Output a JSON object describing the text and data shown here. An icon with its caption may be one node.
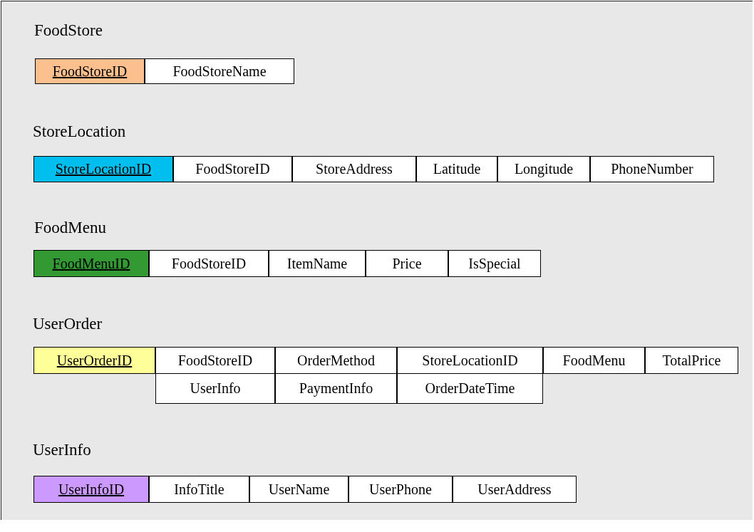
{
  "diagram": {
    "labels": [
      "FoodStore",
      "FoodStoreID",
      "FoodStoreName",
      "StoreLocation",
      "StoreLocationID",
      "FoodStoreID",
      "StoreAddress",
      "Latitude",
      "Longitude",
      "PhoneNumber",
      "FoodMenu",
      "FoodMenuID",
      "FoodStoreID",
      "ItemName",
      "Price",
      "IsSpecial",
      "UserOrder",
      "UserOrderID",
      "FoodStoreID",
      "OrderMethod",
      "StoreLocationID",
      "FoodMenu",
      "TotalPrice",
      "UserInfo",
      "PaymentInfo",
      "OrderDateTime",
      "UserInfo",
      "UserInfoID",
      "InfoTitle",
      "UserName",
      "UserPhone",
      "UserAddress"
    ]
  }
}
